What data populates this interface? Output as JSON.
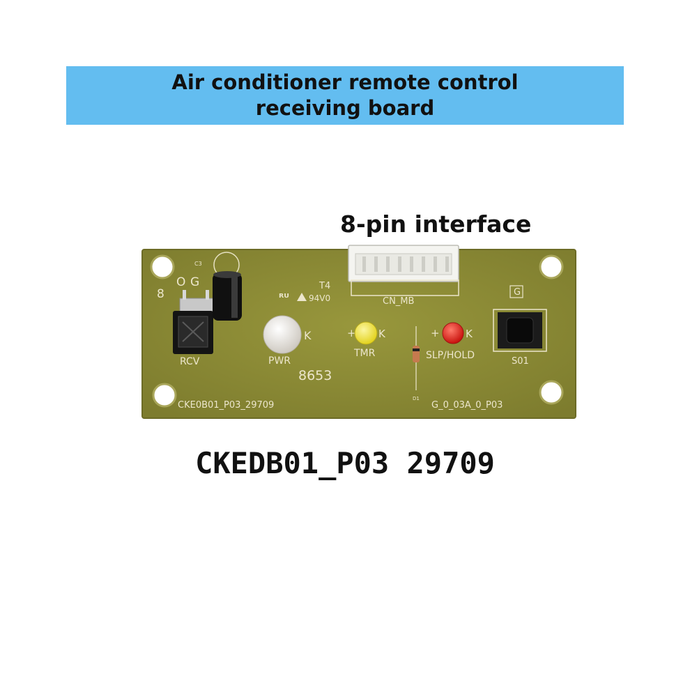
{
  "banner": {
    "line1": "Air conditioner remote control",
    "line2": "receiving board"
  },
  "annotation": {
    "connector_label": "8-pin interface",
    "model_label": "CKEDB01_P03 29709"
  },
  "board": {
    "silkscreen": {
      "pin_marks": [
        "8",
        "O",
        "G"
      ],
      "capacitor": "C3",
      "receiver": "RCV",
      "rating_mark": "T4",
      "rating": "94V0",
      "connector": "CN_MB",
      "switch_mark": "G",
      "led_pwr": "PWR",
      "led_tmr": "TMR",
      "led_slp": "SLP/HOLD",
      "switch": "S01",
      "batch": "8653",
      "diode": "D1",
      "k_mark": "K",
      "plus_mark": "+",
      "part_left": "CKE0B01_P03_29709",
      "part_right": "G_0_03A_0_P03"
    },
    "colors": {
      "pcb": "#8a8a33",
      "led_white": "#e8e4de",
      "led_yellow": "#f2e83a",
      "led_red": "#e2231f"
    }
  }
}
